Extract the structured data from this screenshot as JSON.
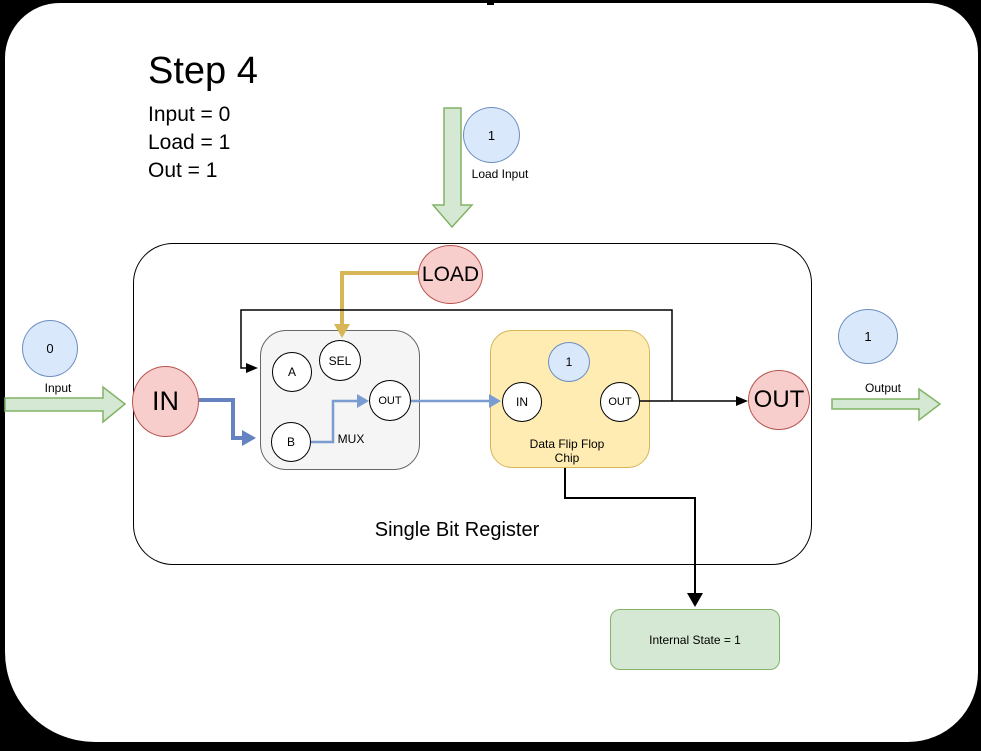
{
  "colors": {
    "background": "#000000",
    "page": "#ffffff",
    "node_pink_fill": "#f8cecc",
    "node_pink_stroke": "#b85450",
    "node_blue_fill": "#dae8fc",
    "node_blue_stroke": "#6c8ebf",
    "arrow_green_fill": "#d5e8d4",
    "arrow_green_stroke": "#82b366",
    "mux_fill": "#f5f5f5",
    "mux_stroke": "#666666",
    "dff_fill": "#ffecb3",
    "dff_stroke": "#d6b656",
    "wire_gold": "#d6b656",
    "wire_blue_thick": "#6683c1",
    "wire_blue_light": "#7a9cd0",
    "wire_black": "#000000"
  },
  "step_info": {
    "title": "Step 4",
    "input_line": "Input = 0",
    "load_line": "Load = 1",
    "out_line": "Out = 1"
  },
  "external": {
    "load": {
      "value": "1",
      "label": "Load Input"
    },
    "input": {
      "value": "0",
      "label": "Input"
    },
    "output": {
      "value": "1",
      "label": "Output"
    }
  },
  "register": {
    "label": "Single Bit Register",
    "nodes": {
      "load": "LOAD",
      "in": "IN",
      "out": "OUT"
    },
    "mux": {
      "label": "MUX",
      "port_a": "A",
      "port_sel": "SEL",
      "port_b": "B",
      "port_out": "OUT"
    },
    "dff": {
      "label_line1": "Data Flip Flop",
      "label_line2": "Chip",
      "state": "1",
      "port_in": "IN",
      "port_out": "OUT"
    }
  },
  "internal_state": {
    "label": "Internal State = 1"
  }
}
